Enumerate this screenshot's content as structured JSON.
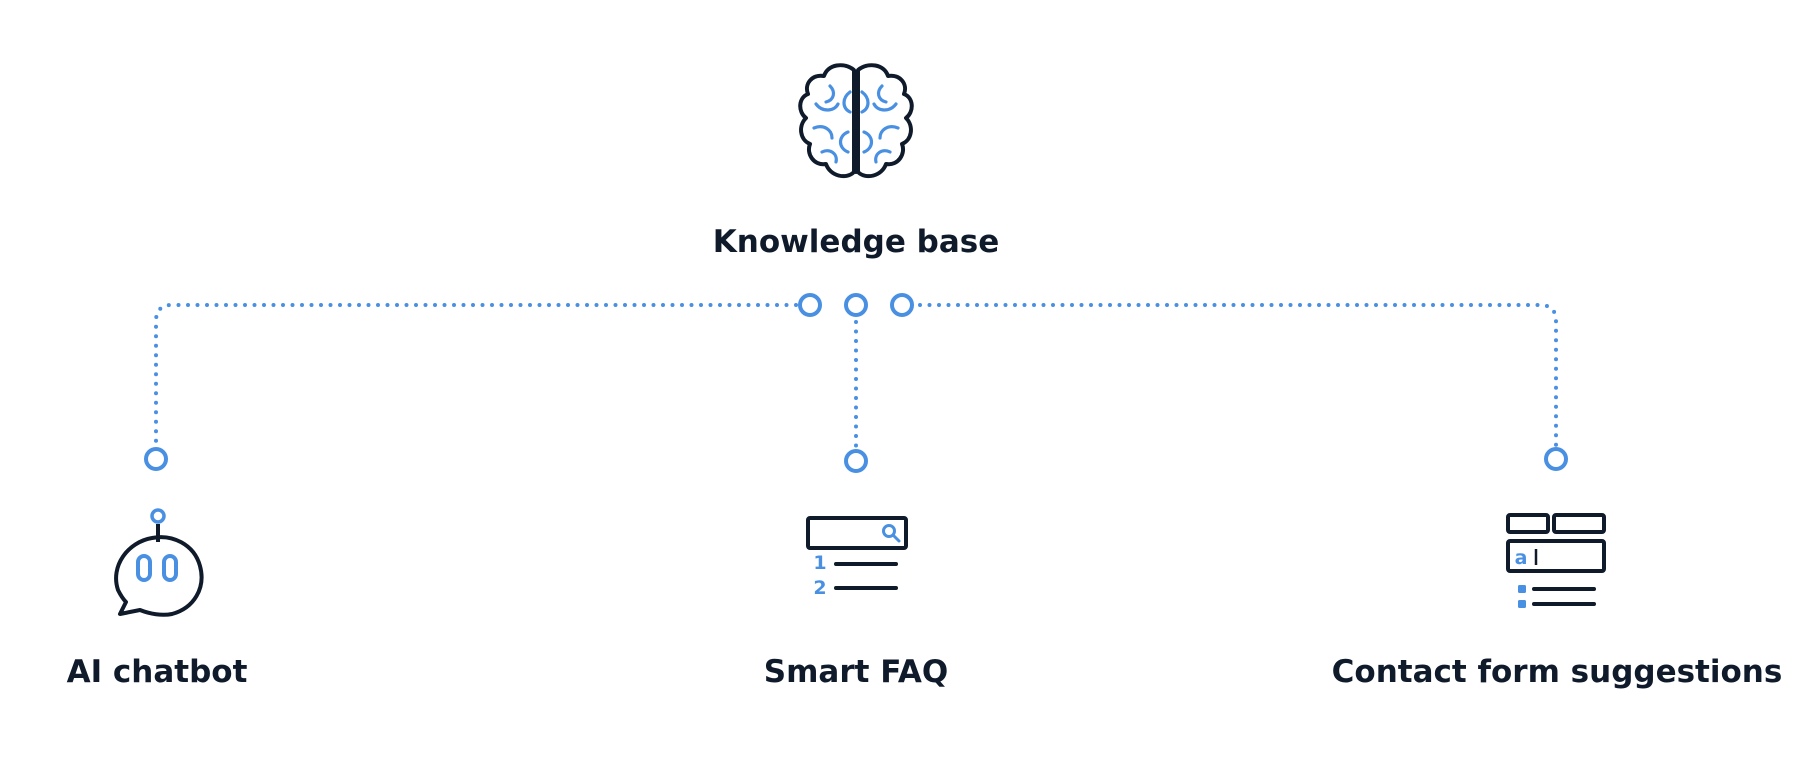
{
  "colors": {
    "accent": "#4a90e2",
    "ink": "#0f1a2b",
    "background": "#ffffff"
  },
  "hub": {
    "label": "Knowledge base",
    "icon": "brain-icon"
  },
  "nodes": [
    {
      "label": "AI chatbot",
      "icon": "chatbot-icon"
    },
    {
      "label": "Smart FAQ",
      "icon": "faq-list-icon",
      "list_numbers": [
        "1",
        "2"
      ]
    },
    {
      "label": "Contact form suggestions",
      "icon": "contact-form-icon",
      "field_text": "a"
    }
  ]
}
